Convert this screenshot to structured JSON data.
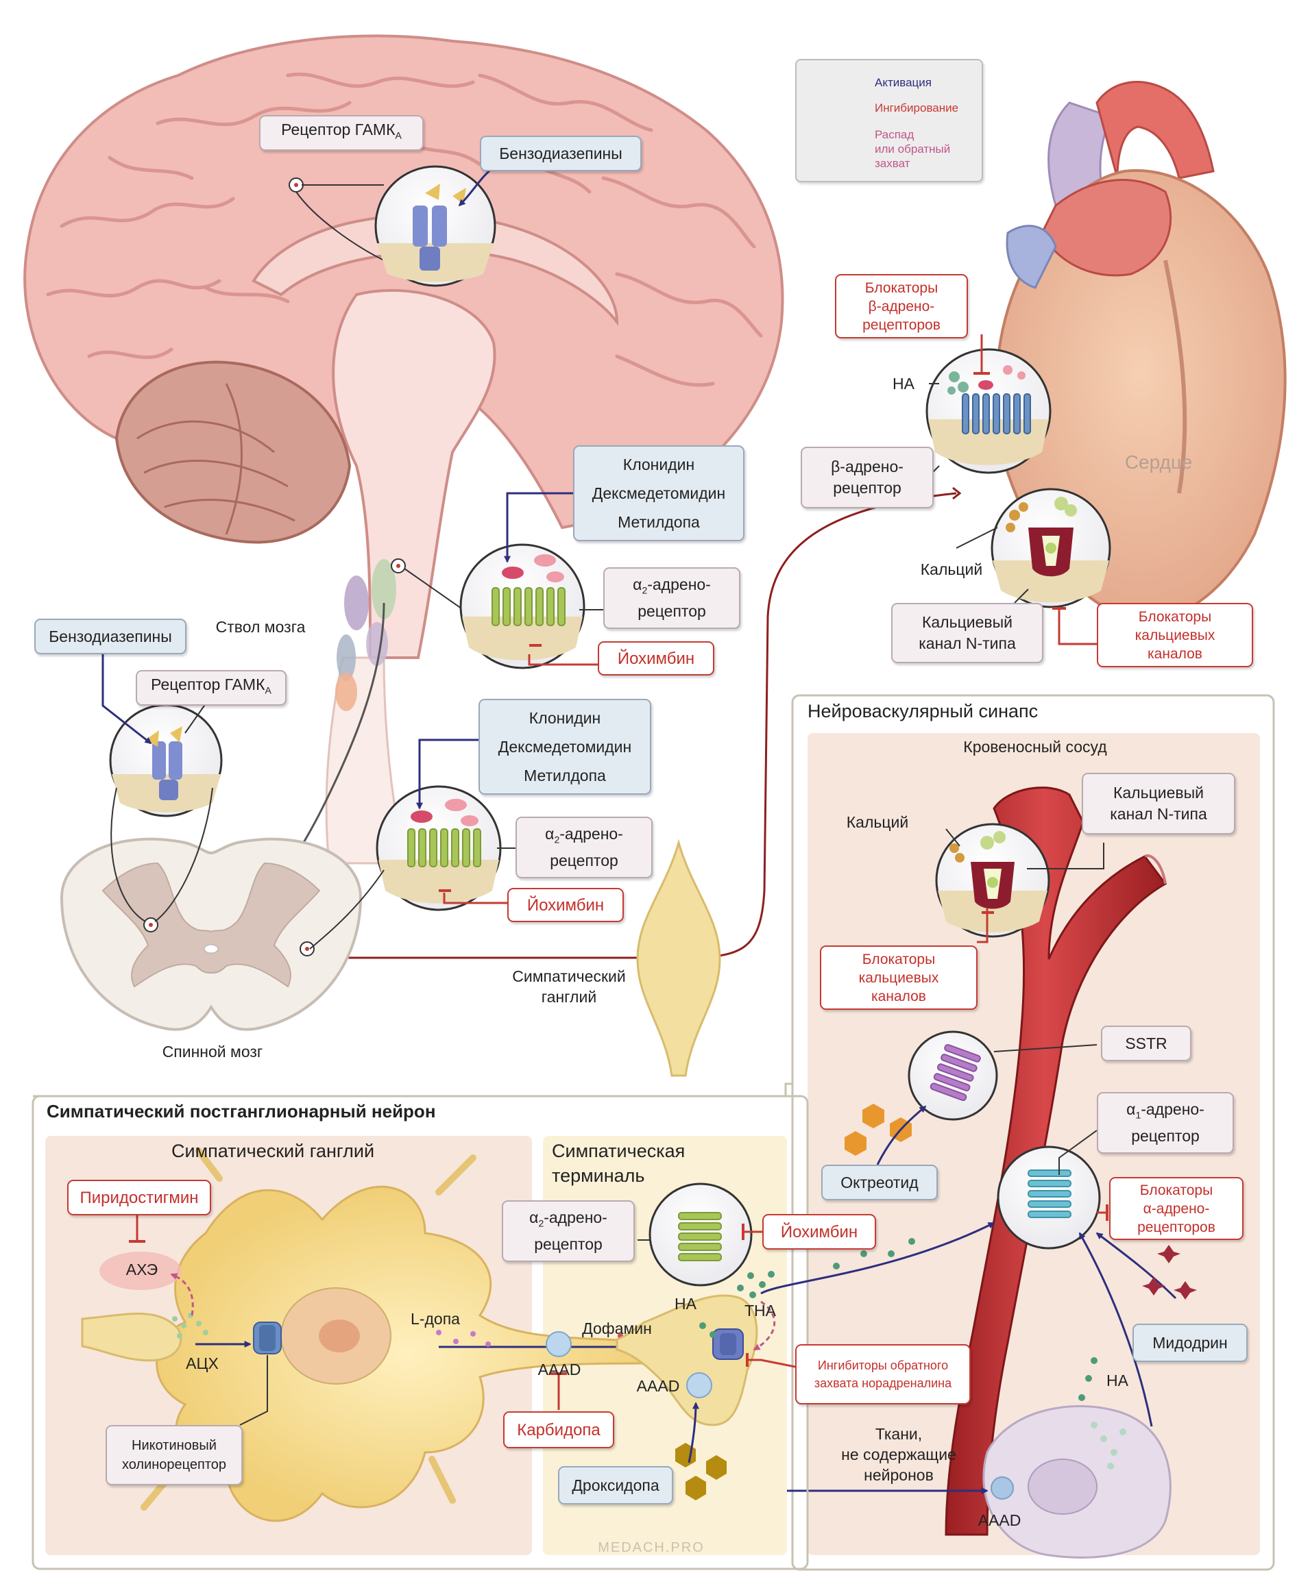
{
  "legend": {
    "activation": "Активация",
    "inhibition": "Ингибирование",
    "breakdown": [
      "Распад",
      "или обратный",
      "захват"
    ]
  },
  "brain": {
    "gaba_receptor_top": "Рецептор ГАМК",
    "gaba_subscript": "A",
    "benzodiazepines_top": "Бензодиазепины",
    "brainstem": "Ствол мозга",
    "alpha2_drugs_top": [
      "Клонидин",
      "Дексмедетомидин",
      "Метилдопа"
    ],
    "alpha2_receptor_top": [
      "-адрено-",
      "рецептор"
    ],
    "alpha2_prefix": "α",
    "alpha2_sub": "2",
    "yohimbine_top": "Йохимбин"
  },
  "spinal": {
    "benzodiazepines": "Бензодиазепины",
    "gaba_receptor": "Рецептор ГАМК",
    "gaba_subscript": "A",
    "alpha2_drugs": [
      "Клонидин",
      "Дексмедетомидин",
      "Метилдопа"
    ],
    "alpha2_receptor": [
      "-адрено-",
      "рецептор"
    ],
    "yohimbine": "Йохимбин",
    "spinal_cord": "Спинной мозг",
    "sympathetic_ganglion": [
      "Симпатический",
      "ганглий"
    ]
  },
  "heart": {
    "beta_blockers": [
      "Блокаторы",
      "β-адрено-",
      "рецепторов"
    ],
    "na": "НА",
    "beta_receptor": [
      "β-адрено-",
      "рецептор"
    ],
    "heart_label": "Сердце",
    "calcium": "Кальций",
    "n_channel": [
      "Кальциевый",
      "канал N-типа"
    ],
    "ca_blockers": [
      "Блокаторы",
      "кальциевых",
      "каналов"
    ]
  },
  "neurovascular": {
    "title": "Нейроваскулярный синапс",
    "vessel": "Кровеносный сосуд",
    "calcium": "Кальций",
    "n_channel": [
      "Кальциевый",
      "канал N-типа"
    ],
    "ca_blockers": [
      "Блокаторы",
      "кальциевых",
      "каналов"
    ],
    "sstr": "SSTR",
    "octreotide": "Октреотид",
    "alpha1_receptor": [
      "-адрено-",
      "рецептор"
    ],
    "alpha1_prefix": "α",
    "alpha1_sub": "1",
    "alpha_blockers": [
      "Блокаторы",
      "α-адрено-",
      "рецепторов"
    ],
    "midodrine": "Мидодрин",
    "na": "НА",
    "non_neuronal": [
      "Ткани,",
      "не содержащие",
      "нейронов"
    ],
    "aaad": "AAAD"
  },
  "postganglionic": {
    "title": "Симпатический постганглионарный нейрон",
    "ganglion_title": "Симпатический ганглий",
    "terminal_title": [
      "Симпатическая",
      "терминаль"
    ],
    "pyridostigmine": "Пиридостигмин",
    "ache": "АХЭ",
    "ach": "АЦХ",
    "nicotinic": [
      "Никотиновый",
      "холинорецептор"
    ],
    "ldopa": "L-допа",
    "dopamine": "Дофамин",
    "aaad": "AAAD",
    "carbidopa": "Карбидопа",
    "alpha2_receptor": [
      "-адрено-",
      "рецептор"
    ],
    "yohimbine": "Йохимбин",
    "na": "НА",
    "tna": "ТНА",
    "reuptake_inhibitors": [
      "Ингибиторы обратного",
      "захвата норадреналина"
    ],
    "aaad2": "AAAD",
    "droxidopa": "Дроксидопа"
  },
  "watermark": "MEDACH.PRO",
  "colors": {
    "activation": "#2d2f7e",
    "inhibition": "#c63a33",
    "breakdown": "#c0568a"
  }
}
